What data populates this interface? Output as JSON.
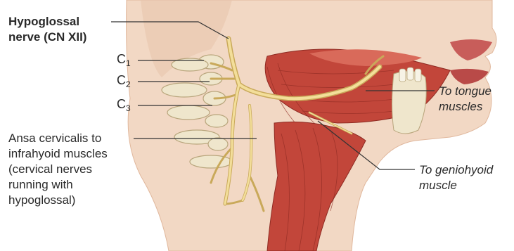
{
  "labels": {
    "hypoglossal": [
      "Hypoglossal",
      "nerve (CN XII)"
    ],
    "c1": {
      "letter": "C",
      "num": "1"
    },
    "c2": {
      "letter": "C",
      "num": "2"
    },
    "c3": {
      "letter": "C",
      "num": "3"
    },
    "ansa": [
      "Ansa cervicalis to",
      "infrahyoid muscles",
      "(cervical nerves",
      "running with",
      "hypoglossal)"
    ],
    "tongue": [
      "To tongue",
      "muscles"
    ],
    "geniohyoid": [
      "To geniohyoid",
      "muscle"
    ]
  },
  "colors": {
    "skin": "#f2d8c4",
    "skin_shadow": "#e4bfa6",
    "muscle": "#c2463a",
    "muscle_dark": "#8e2a22",
    "muscle_light": "#dd7a68",
    "bone": "#efe6cc",
    "nerve": "#f3de9a",
    "nerve_edge": "#c9a95a",
    "leader": "#333333"
  }
}
